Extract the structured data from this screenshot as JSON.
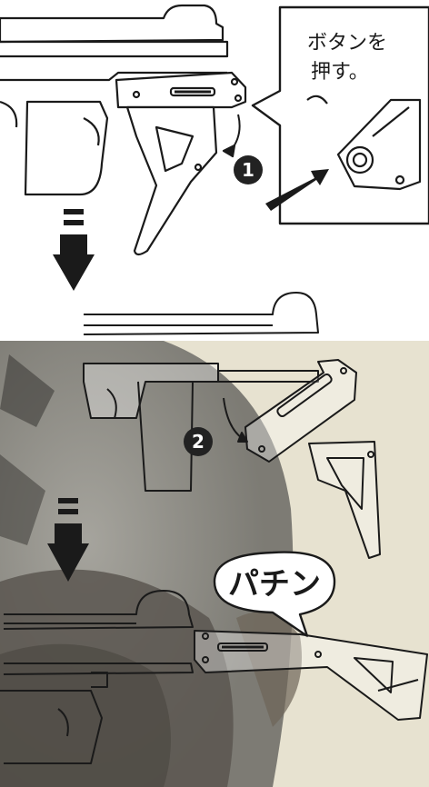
{
  "callout": {
    "text_line1": "ボタンを",
    "text_line2": "押す。"
  },
  "steps": [
    {
      "number": "1"
    },
    {
      "number": "2"
    }
  ],
  "sound_effect": "パチン",
  "colors": {
    "paper": "#ffffff",
    "beige_panel": "#e7e2d0",
    "ink": "#1a1a1a",
    "badge": "#222222"
  },
  "icons": [
    "down-arrow-icon",
    "pointing-arrow-icon",
    "curved-arrow-icon"
  ]
}
